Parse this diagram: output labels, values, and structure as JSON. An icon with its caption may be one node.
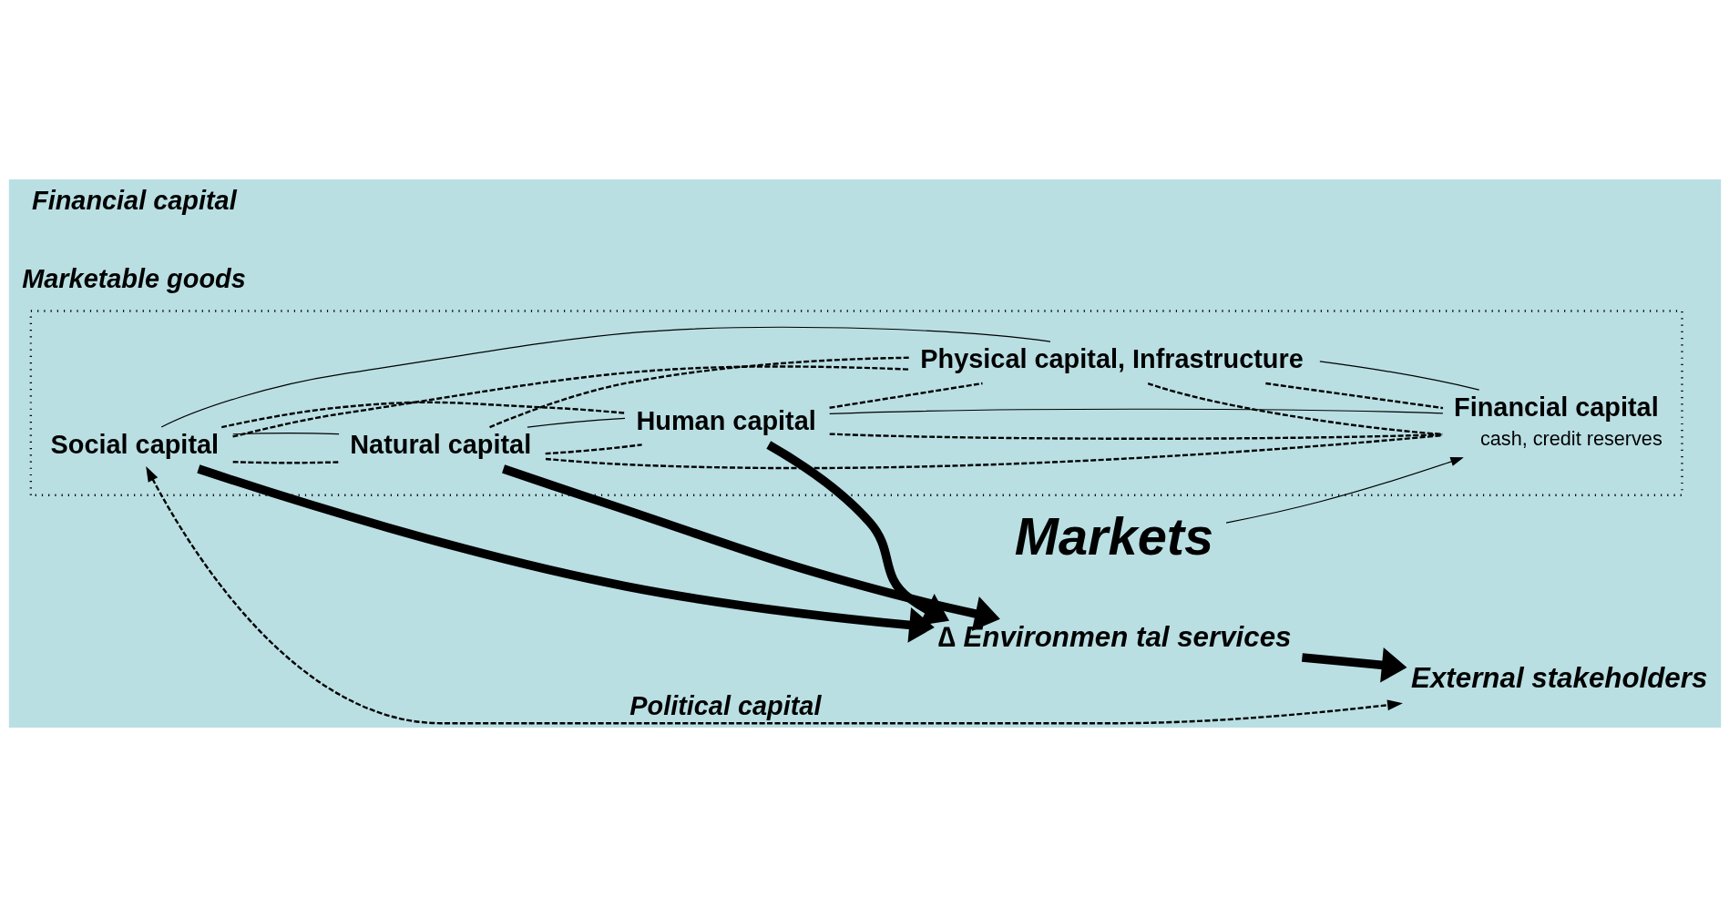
{
  "diagram": {
    "nodes": [
      {
        "text": [],
        "shape": "cloud"
      },
      {
        "text": [
          "Social capital"
        ],
        "in": 0
      },
      {
        "text": [
          "Physical capital, Infrastructure"
        ],
        "in": 0
      },
      {
        "text": [
          "Natural capital"
        ],
        "in": 0
      },
      {
        "text": [
          "Human capital"
        ],
        "in": 0
      },
      {
        "text": [
          "Financial capital"
        ],
        "in": 0,
        "beside": [
          "cash, credit reserves"
        ]
      },
      {
        "text": [
          "∆ Environmen tal services"
        ]
      },
      {
        "text": [
          "External stakeholders"
        ]
      },
      {
        "text": [
          "Markets"
        ]
      }
    ],
    "edges": [
      {
        "from": 1,
        "to": 6,
        "arrow": "to",
        "style": "thick"
      },
      {
        "from": 3,
        "to": 6,
        "arrow": "to",
        "style": "thick"
      },
      {
        "from": 4,
        "to": 6,
        "arrow": "to",
        "style": "thick"
      },
      {
        "from": 6,
        "to": 7,
        "arrow": "to",
        "style": "thick"
      },
      {
        "from": 1,
        "to": 7,
        "arrow": "both",
        "style": "dashed",
        "label": "Political capital"
      },
      {
        "from": 8,
        "to": 5,
        "arrow": "to"
      },
      {
        "from": 1,
        "to": 3,
        "arrow": "none",
        "style": "dashed"
      },
      {
        "from": 1,
        "to": 2,
        "arrow": "none",
        "style": "dashed"
      },
      {
        "from": 1,
        "to": 4,
        "arrow": "none",
        "style": "dashed"
      },
      {
        "from": 3,
        "to": 2,
        "arrow": "none",
        "style": "dashed"
      },
      {
        "from": 3,
        "to": 5,
        "arrow": "none",
        "style": "dashed"
      },
      {
        "from": 3,
        "to": 4,
        "arrow": "none",
        "style": "dashed"
      },
      {
        "from": 4,
        "to": 2,
        "arrow": "none",
        "style": "dashed"
      },
      {
        "from": 2,
        "to": 5,
        "arrow": "none",
        "style": "dashed"
      },
      {
        "from": 2,
        "to": 5,
        "arrow": "none",
        "style": "dashed"
      },
      {
        "from": 4,
        "to": 5,
        "arrow": "none",
        "style": "dashed"
      },
      {
        "from": 1,
        "to": 3,
        "arrow": "none"
      },
      {
        "from": 3,
        "to": 4,
        "arrow": "none"
      },
      {
        "from": 4,
        "to": 5,
        "arrow": "none"
      },
      {
        "from": 5,
        "to": 2,
        "arrow": "none"
      },
      {
        "from": 2,
        "to": 1,
        "arrow": "none"
      }
    ],
    "labels": [
      "Marketable goods",
      "Financial capital"
    ]
  }
}
